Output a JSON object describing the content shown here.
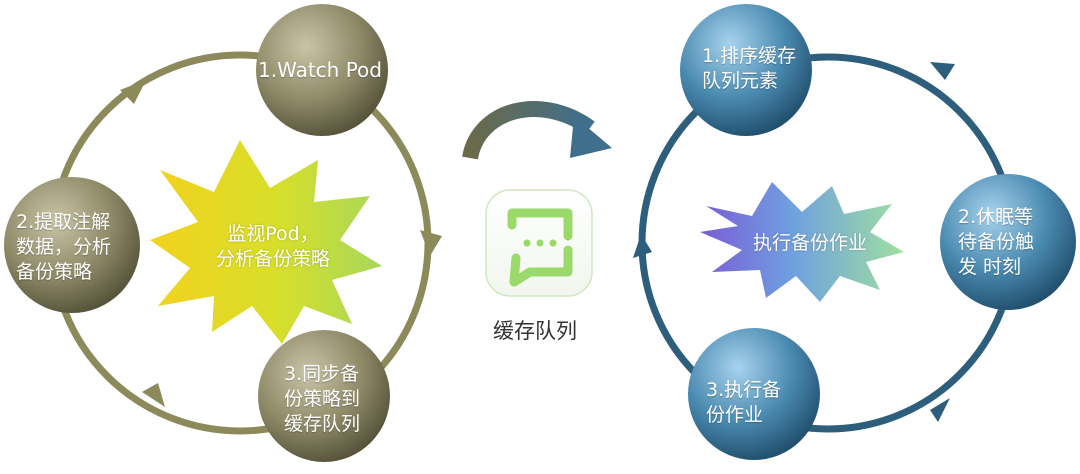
{
  "left_cycle": {
    "nodes": {
      "watch": "1.Watch Pod",
      "extract": "2.提取注解\n数据，分析\n备份策略",
      "sync": "3.同步备\n份策略到\n缓存队列"
    },
    "center": "监视Pod，\n分析备份策略"
  },
  "middle": {
    "caption": "缓存队列",
    "icon": "message-queue-icon"
  },
  "right_cycle": {
    "nodes": {
      "sort": "1.排序缓存\n队列元素",
      "sleep": "2.休眠等\n待备份触\n发 时刻",
      "run": "3.执行备\n份作业"
    },
    "center": "执行备份作业"
  },
  "colors": {
    "left_ring": "#8c8a5a",
    "left_node": "#8e8a68",
    "right_ring": "#2d5e7c",
    "right_node": "#4a8ab0",
    "icon_green": "#9ad96a"
  }
}
